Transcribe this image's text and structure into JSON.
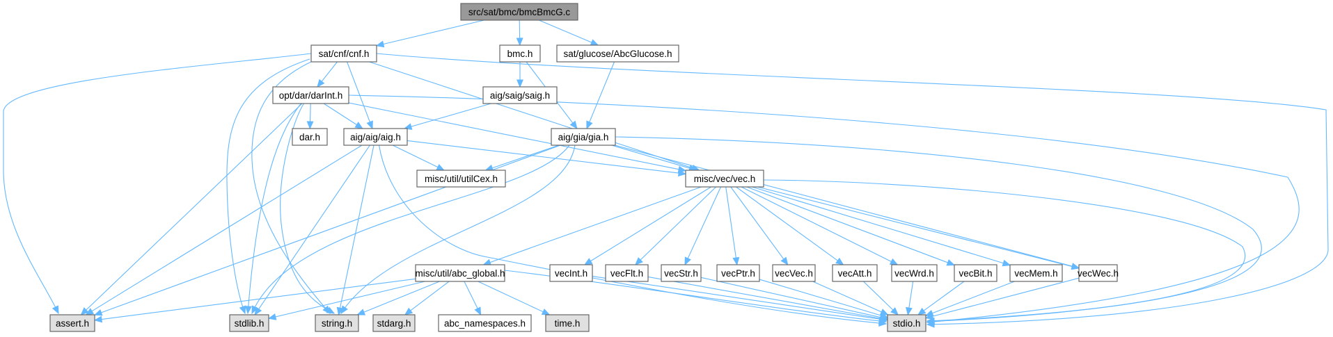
{
  "graph": {
    "title": "src/sat/bmc/bmcBmcG.c",
    "colors": {
      "edge": "#63b8ff",
      "root_fill": "#999999",
      "system_fill": "#e0e0e0",
      "node_fill": "#ffffff",
      "border": "#666666"
    },
    "nodes": [
      {
        "id": "root",
        "label": "src/sat/bmc/bmcBmcG.c",
        "kind": "root"
      },
      {
        "id": "cnf",
        "label": "sat/cnf/cnf.h",
        "kind": "local"
      },
      {
        "id": "bmc",
        "label": "bmc.h",
        "kind": "local"
      },
      {
        "id": "glucose",
        "label": "sat/glucose/AbcGlucose.h",
        "kind": "local"
      },
      {
        "id": "darInt",
        "label": "opt/dar/darInt.h",
        "kind": "local"
      },
      {
        "id": "saig",
        "label": "aig/saig/saig.h",
        "kind": "local"
      },
      {
        "id": "dar",
        "label": "dar.h",
        "kind": "local"
      },
      {
        "id": "aig",
        "label": "aig/aig/aig.h",
        "kind": "local"
      },
      {
        "id": "gia",
        "label": "aig/gia/gia.h",
        "kind": "local"
      },
      {
        "id": "utilCex",
        "label": "misc/util/utilCex.h",
        "kind": "local"
      },
      {
        "id": "vec",
        "label": "misc/vec/vec.h",
        "kind": "local"
      },
      {
        "id": "abc_global",
        "label": "misc/util/abc_global.h",
        "kind": "local"
      },
      {
        "id": "vecInt",
        "label": "vecInt.h",
        "kind": "local"
      },
      {
        "id": "vecFlt",
        "label": "vecFlt.h",
        "kind": "local"
      },
      {
        "id": "vecStr",
        "label": "vecStr.h",
        "kind": "local"
      },
      {
        "id": "vecPtr",
        "label": "vecPtr.h",
        "kind": "local"
      },
      {
        "id": "vecVec",
        "label": "vecVec.h",
        "kind": "local"
      },
      {
        "id": "vecAtt",
        "label": "vecAtt.h",
        "kind": "local"
      },
      {
        "id": "vecWrd",
        "label": "vecWrd.h",
        "kind": "local"
      },
      {
        "id": "vecBit",
        "label": "vecBit.h",
        "kind": "local"
      },
      {
        "id": "vecMem",
        "label": "vecMem.h",
        "kind": "local"
      },
      {
        "id": "vecWec",
        "label": "vecWec.h",
        "kind": "local"
      },
      {
        "id": "assert",
        "label": "assert.h",
        "kind": "system"
      },
      {
        "id": "stdlib",
        "label": "stdlib.h",
        "kind": "system"
      },
      {
        "id": "string",
        "label": "string.h",
        "kind": "system"
      },
      {
        "id": "stdarg",
        "label": "stdarg.h",
        "kind": "system"
      },
      {
        "id": "abc_namespaces",
        "label": "abc_namespaces.h",
        "kind": "local"
      },
      {
        "id": "time",
        "label": "time.h",
        "kind": "system"
      },
      {
        "id": "stdio",
        "label": "stdio.h",
        "kind": "system"
      }
    ],
    "edges": [
      [
        "root",
        "cnf"
      ],
      [
        "root",
        "bmc"
      ],
      [
        "root",
        "glucose"
      ],
      [
        "cnf",
        "assert"
      ],
      [
        "cnf",
        "stdlib"
      ],
      [
        "cnf",
        "string"
      ],
      [
        "cnf",
        "darInt"
      ],
      [
        "cnf",
        "aig"
      ],
      [
        "cnf",
        "vec"
      ],
      [
        "cnf",
        "stdio"
      ],
      [
        "bmc",
        "saig"
      ],
      [
        "bmc",
        "gia"
      ],
      [
        "glucose",
        "gia"
      ],
      [
        "darInt",
        "assert"
      ],
      [
        "darInt",
        "stdlib"
      ],
      [
        "darInt",
        "string"
      ],
      [
        "darInt",
        "dar"
      ],
      [
        "darInt",
        "aig"
      ],
      [
        "darInt",
        "vec"
      ],
      [
        "darInt",
        "stdio"
      ],
      [
        "saig",
        "aig"
      ],
      [
        "aig",
        "assert"
      ],
      [
        "aig",
        "stdlib"
      ],
      [
        "aig",
        "string"
      ],
      [
        "aig",
        "utilCex"
      ],
      [
        "aig",
        "vec"
      ],
      [
        "aig",
        "stdio"
      ],
      [
        "gia",
        "assert"
      ],
      [
        "gia",
        "stdlib"
      ],
      [
        "gia",
        "string"
      ],
      [
        "gia",
        "utilCex"
      ],
      [
        "gia",
        "vec"
      ],
      [
        "gia",
        "vecWec"
      ],
      [
        "gia",
        "stdio"
      ],
      [
        "vec",
        "abc_global"
      ],
      [
        "vec",
        "vecInt"
      ],
      [
        "vec",
        "vecFlt"
      ],
      [
        "vec",
        "vecStr"
      ],
      [
        "vec",
        "vecPtr"
      ],
      [
        "vec",
        "vecVec"
      ],
      [
        "vec",
        "vecAtt"
      ],
      [
        "vec",
        "vecWrd"
      ],
      [
        "vec",
        "vecBit"
      ],
      [
        "vec",
        "vecMem"
      ],
      [
        "vec",
        "vecWec"
      ],
      [
        "vec",
        "stdio"
      ],
      [
        "abc_global",
        "assert"
      ],
      [
        "abc_global",
        "stdlib"
      ],
      [
        "abc_global",
        "string"
      ],
      [
        "abc_global",
        "stdarg"
      ],
      [
        "abc_global",
        "abc_namespaces"
      ],
      [
        "abc_global",
        "time"
      ],
      [
        "abc_global",
        "stdio"
      ],
      [
        "vecInt",
        "stdio"
      ],
      [
        "vecFlt",
        "stdio"
      ],
      [
        "vecStr",
        "stdio"
      ],
      [
        "vecPtr",
        "stdio"
      ],
      [
        "vecVec",
        "stdio"
      ],
      [
        "vecAtt",
        "stdio"
      ],
      [
        "vecWrd",
        "stdio"
      ],
      [
        "vecBit",
        "stdio"
      ],
      [
        "vecMem",
        "stdio"
      ],
      [
        "vecWec",
        "stdio"
      ]
    ]
  }
}
